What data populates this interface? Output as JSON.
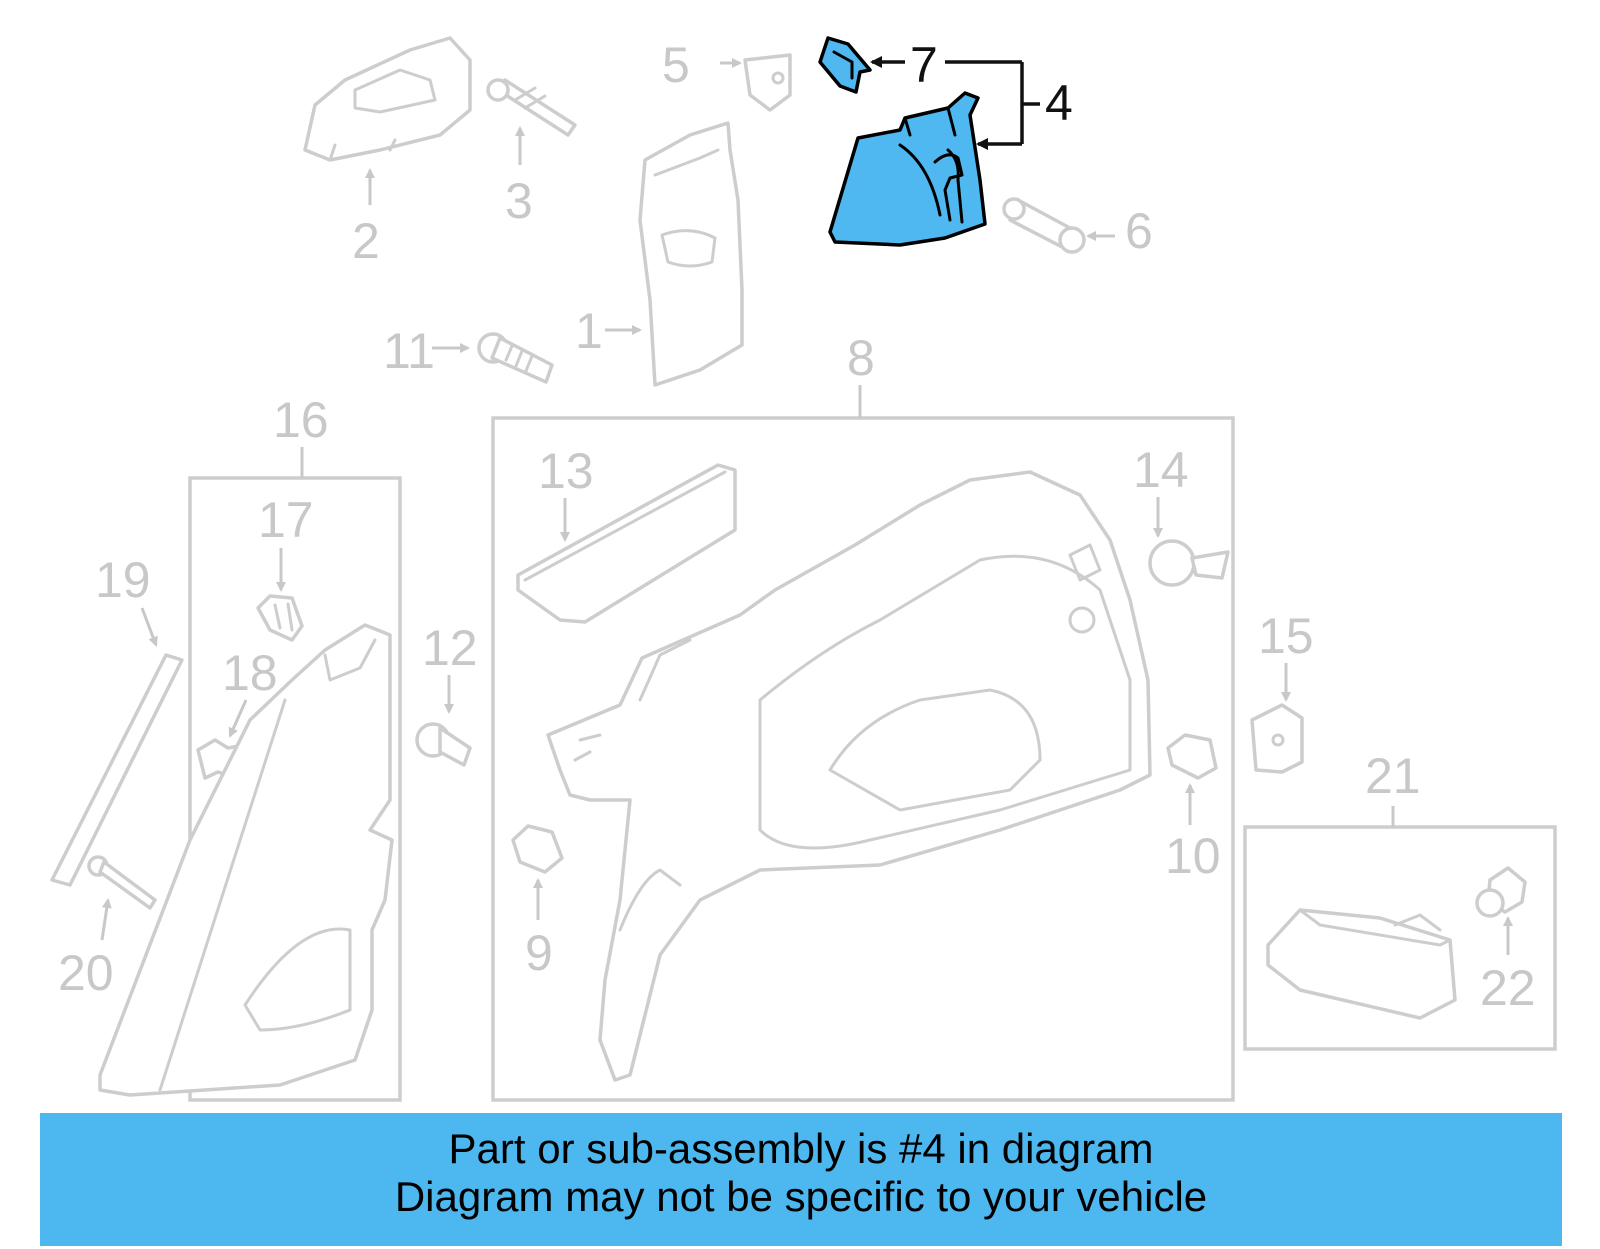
{
  "callouts": {
    "c1": "1",
    "c2": "2",
    "c3": "3",
    "c4": "4",
    "c5": "5",
    "c6": "6",
    "c7": "7",
    "c8": "8",
    "c9": "9",
    "c10": "10",
    "c11": "11",
    "c12": "12",
    "c13": "13",
    "c14": "14",
    "c15": "15",
    "c16": "16",
    "c17": "17",
    "c18": "18",
    "c19": "19",
    "c20": "20",
    "c21": "21",
    "c22": "22"
  },
  "highlighted_part": "4",
  "colors": {
    "highlight": "#4fb8f0",
    "banner": "#4db7f0",
    "linework": "#cdcdcd",
    "label": "#c8c8c8"
  },
  "banner": {
    "line1": "Part or sub-assembly is #4 in diagram",
    "line2": "Diagram may not be specific to your vehicle"
  }
}
